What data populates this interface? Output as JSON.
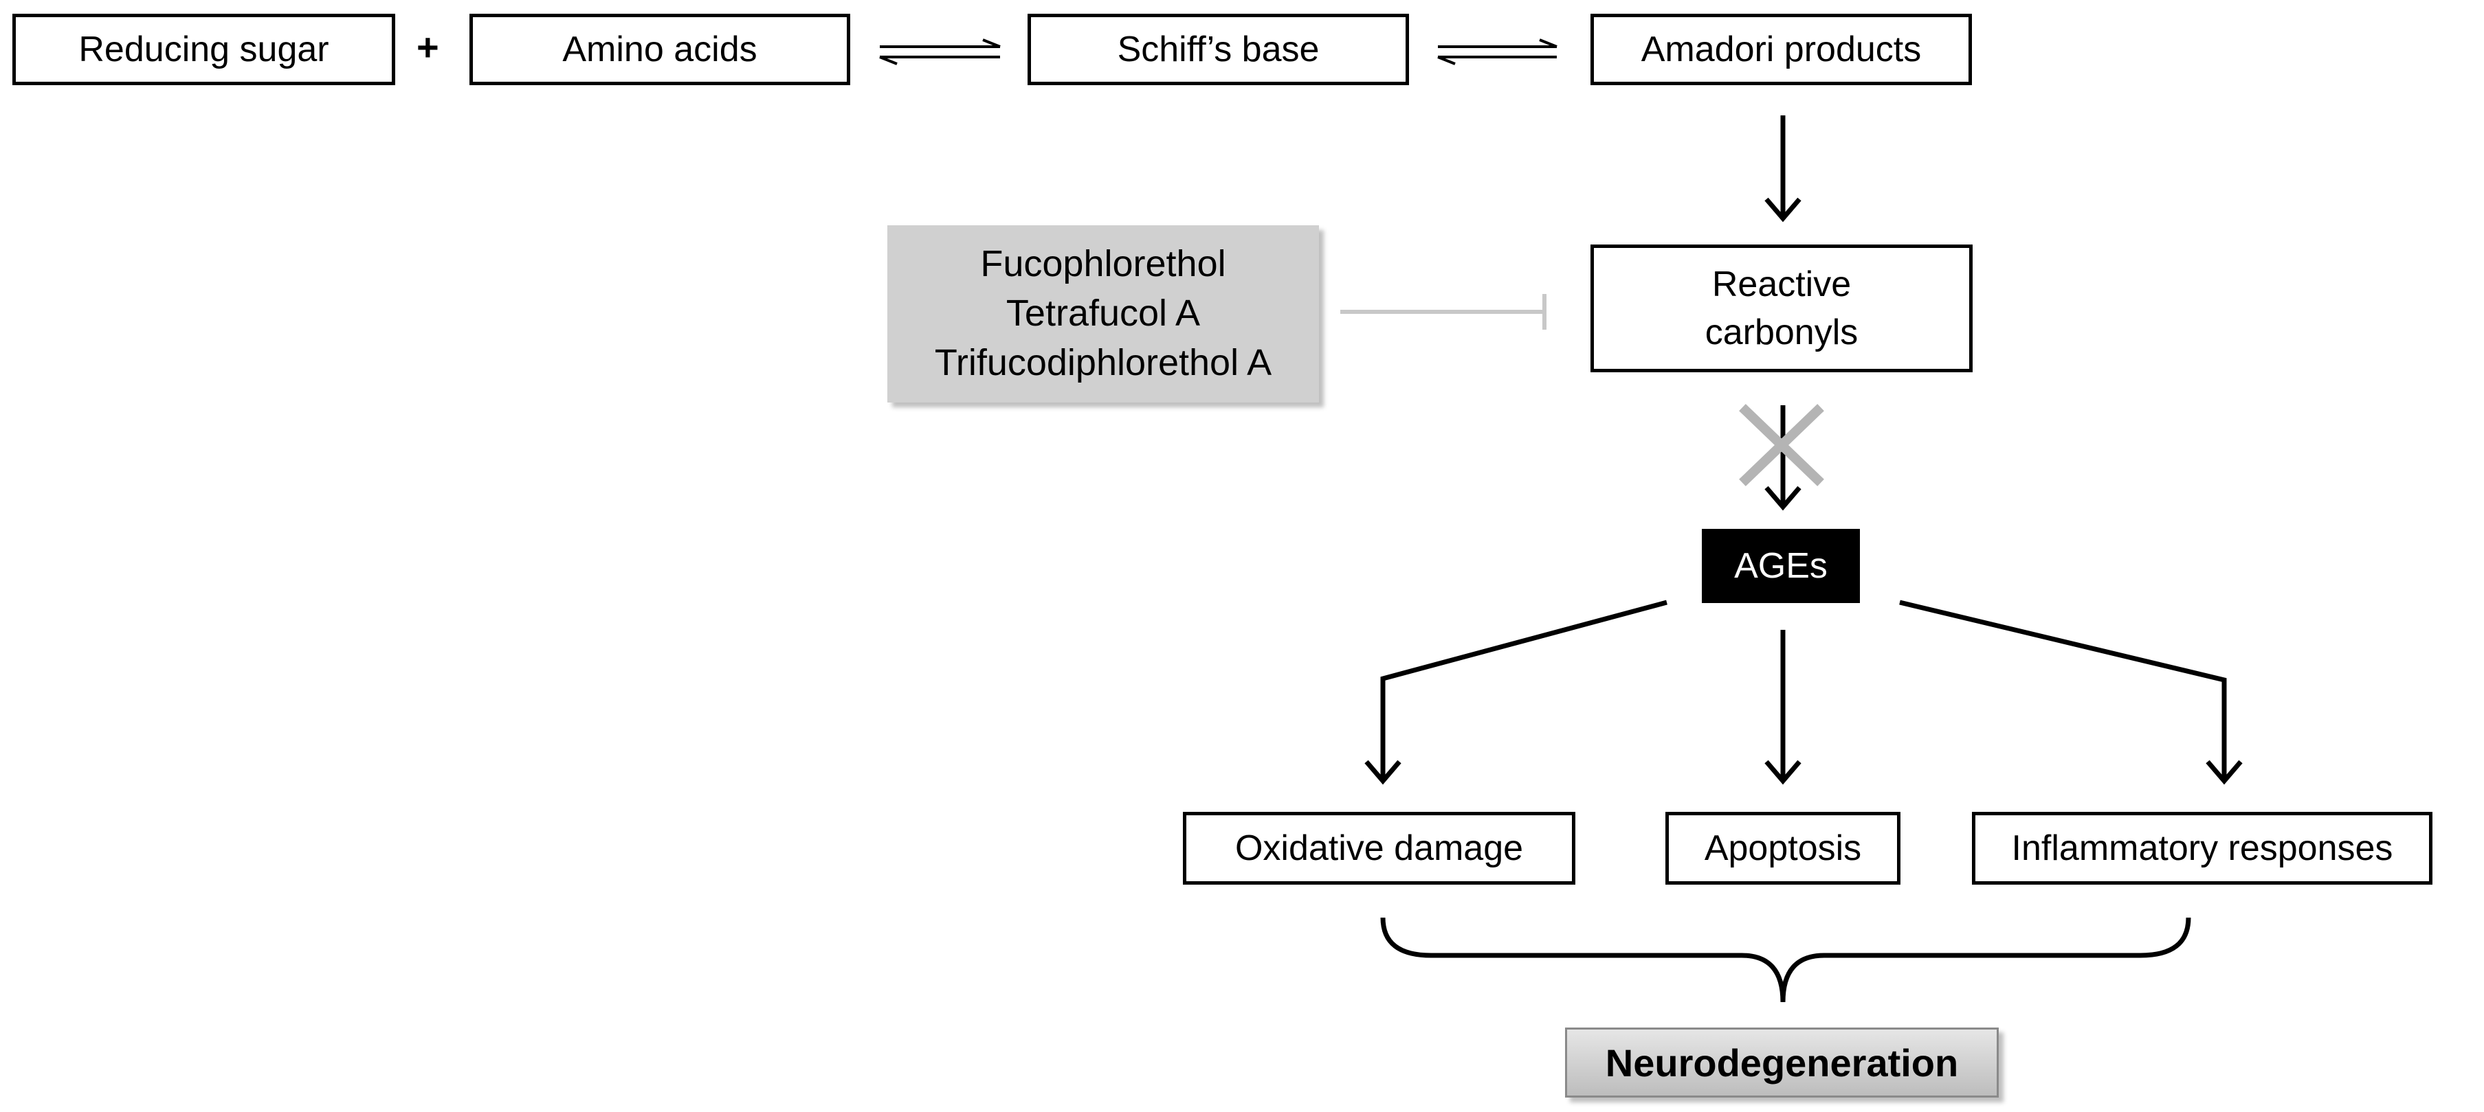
{
  "top_row": {
    "reducing_sugar": "Reducing sugar",
    "plus": "+",
    "amino_acids": "Amino acids",
    "schiffs_base": "Schiff’s base",
    "amadori_products": "Amadori products"
  },
  "inhibitors": {
    "line1": "Fucophlorethol",
    "line2": "Tetrafucol A",
    "line3": "Trifucodiphlorethol A"
  },
  "reactive_carbonyls": {
    "line1": "Reactive",
    "line2": "carbonyls"
  },
  "ages": "AGEs",
  "outcomes": {
    "oxidative_damage": "Oxidative damage",
    "apoptosis": "Apoptosis",
    "inflammatory_responses": "Inflammatory responses"
  },
  "result": "Neurodegeneration",
  "colors": {
    "inhibitor_fill": "#d0d0d0",
    "inhibition_line": "#c8c8c8",
    "blocked_cross": "#b4b4b4",
    "ages_fill": "#000000"
  }
}
